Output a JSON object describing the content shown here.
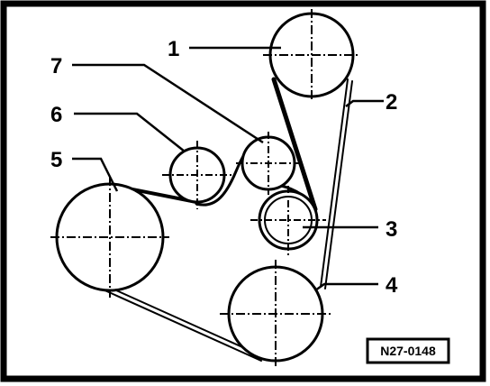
{
  "callouts": {
    "c1": "1",
    "c2": "2",
    "c3": "3",
    "c4": "4",
    "c5": "5",
    "c6": "6",
    "c7": "7"
  },
  "reference_code": "N27-0148",
  "colors": {
    "line": "#000000",
    "background": "#ffffff"
  }
}
